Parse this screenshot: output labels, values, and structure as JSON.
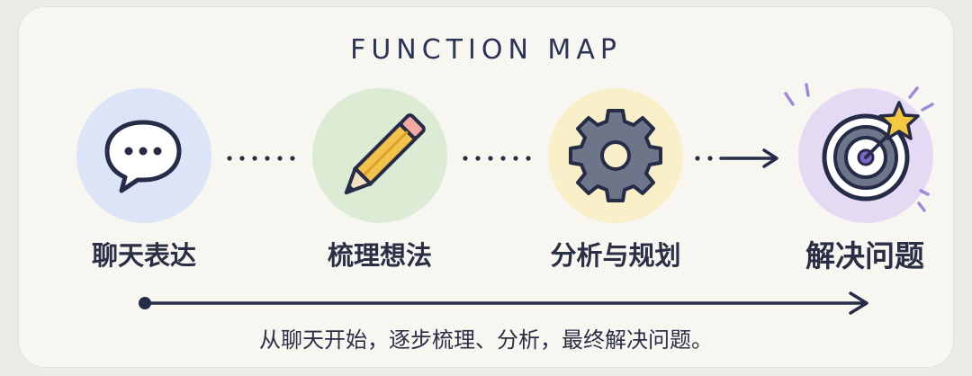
{
  "title": "FUNCTION MAP",
  "steps": [
    {
      "label": "聊天表达",
      "icon": "chat-bubble-icon",
      "color": "#dbe5f7"
    },
    {
      "label": "梳理想法",
      "icon": "pencil-icon",
      "color": "#dcebd4"
    },
    {
      "label": "分析与规划",
      "icon": "gear-icon",
      "color": "#f9efc9"
    },
    {
      "label": "解决问题",
      "icon": "target-star-icon",
      "color": "#e4daf3"
    }
  ],
  "caption": "从聊天开始，逐步梳理、分析，最终解决问题。",
  "colors": {
    "ink": "#2b3357",
    "pencil": "#f3c24a",
    "gear": "#6d7588",
    "star": "#f5c842"
  }
}
